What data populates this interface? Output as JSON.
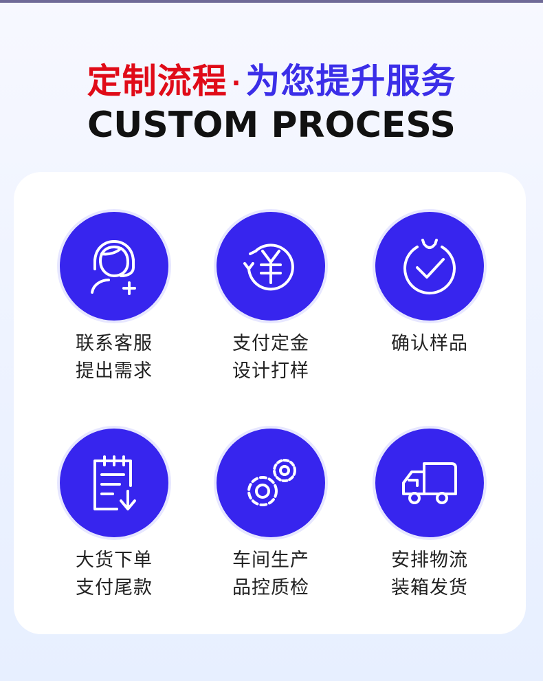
{
  "header": {
    "title_red": "定制流程",
    "title_dot": "·",
    "title_blue": "为您提升服务",
    "subtitle": "CUSTOM PROCESS"
  },
  "colors": {
    "accent_red": "#e00b18",
    "accent_blue": "#3b2ee8",
    "circle_fill": "#3725ee"
  },
  "steps": [
    {
      "icon": "customer-service-icon",
      "line1": "联系客服",
      "line2": "提出需求"
    },
    {
      "icon": "yuan-payment-icon",
      "line1": "支付定金",
      "line2": "设计打样"
    },
    {
      "icon": "confirm-check-icon",
      "line1": "确认样品",
      "line2": ""
    },
    {
      "icon": "order-clipboard-icon",
      "line1": "大货下单",
      "line2": "支付尾款"
    },
    {
      "icon": "gears-icon",
      "line1": "车间生产",
      "line2": "品控质检"
    },
    {
      "icon": "delivery-truck-icon",
      "line1": "安排物流",
      "line2": "装箱发货"
    }
  ]
}
